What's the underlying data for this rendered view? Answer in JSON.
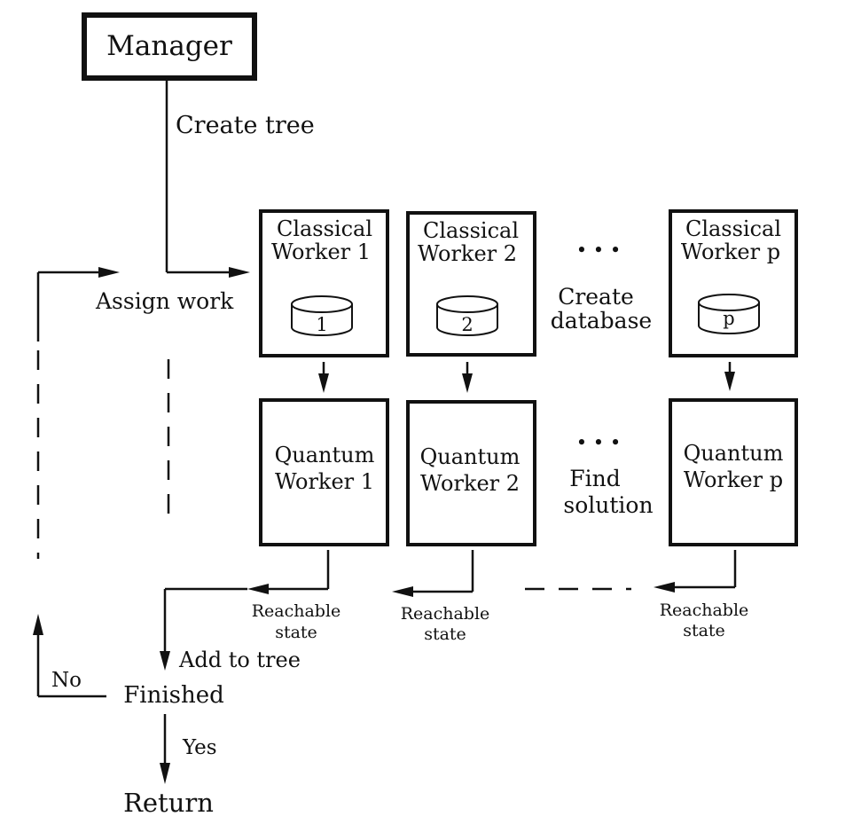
{
  "manager": {
    "label": "Manager"
  },
  "labels": {
    "create_tree": "Create tree",
    "assign_work": "Assign work",
    "create_database_1": "Create",
    "create_database_2": "database",
    "find_solution_1": "Find",
    "find_solution_2": "solution",
    "add_to_tree": "Add to tree",
    "finished": "Finished",
    "no": "No",
    "yes": "Yes",
    "return": "Return",
    "ellipsis": "• • •"
  },
  "workers": [
    {
      "classical_1": "Classical",
      "classical_2": "Worker 1",
      "db": "1",
      "quantum_1": "Quantum",
      "quantum_2": "Worker 1",
      "state_1": "Reachable",
      "state_2": "state"
    },
    {
      "classical_1": "Classical",
      "classical_2": "Worker 2",
      "db": "2",
      "quantum_1": "Quantum",
      "quantum_2": "Worker 2",
      "state_1": "Reachable",
      "state_2": "state"
    },
    {
      "classical_1": "Classical",
      "classical_2": "Worker p",
      "db": "p",
      "quantum_1": "Quantum",
      "quantum_2": "Worker p",
      "state_1": "Reachable",
      "state_2": "state"
    }
  ]
}
